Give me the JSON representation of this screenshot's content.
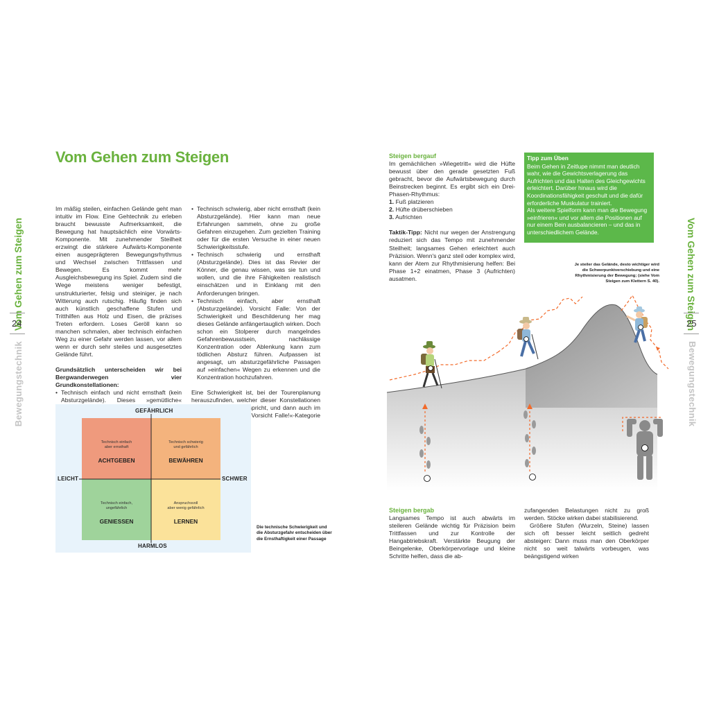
{
  "left_page": {
    "side_title": "Vom Gehen zum Steigen",
    "page_number": "24",
    "side_subtitle": "Bewegungstechnik",
    "title": "Vom Gehen zum Steigen",
    "col1_intro": "Im mäßig steilen, einfachen Gelände geht man intuitiv im Flow. Eine Gehtechnik zu erleben braucht bewusste Aufmerksamkeit, die Bewegung hat hauptsächlich eine Vorwärts-Komponente. Mit zunehmender Steilheit erzwingt die stärkere Aufwärts-Komponente einen ausgeprägteren Bewegungsrhythmus und Wechsel zwischen Trittfassen und Bewegen. Es kommt mehr Ausgleichsbewegung ins Spiel. Zudem sind die Wege meistens weniger befestigt, unstrukturierter, felsig und steiniger, je nach Witterung auch rutschig. Häufig finden sich auch künstlich geschaffene Stufen und Tritthilfen aus Holz und Eisen, die präzises Treten erfordern. Loses Geröll kann so manchen schmalen, aber technisch einfachen Weg zu einer Gefahr werden lassen, vor allem wenn er durch sehr steiles und ausgesetztes Gelände führt.",
    "col1_lead": "Grundsätzlich unterscheiden wir bei Bergwanderwegen vier Grundkonstellationen:",
    "col1_bullet": "Technisch einfach und nicht ernsthaft (kein Absturzgelände). Dieses »gemütliche« Wandergelände eignet sich gut für die ersten Touren oder wenn man einfach nur genießen will.",
    "col2_bullets": [
      "Technisch schwierig, aber nicht ernsthaft (kein Absturzgelände). Hier kann man neue Erfahrungen sammeln, ohne zu große Gefahren einzugehen. Zum gezielten Training oder für die ersten Versuche in einer neuen Schwierigkeitsstufe.",
      "Technisch schwierig und ernsthaft (Absturzgelände). Dies ist das Revier der Könner, die genau wissen, was sie tun und wollen, und die ihre Fähigkeiten realistisch einschätzen und in Einklang mit den Anforderungen bringen.",
      "Technisch einfach, aber ernsthaft (Absturzgelände). Vorsicht Falle: Von der Schwierigkeit und Beschilderung her mag dieses Gelände anfängertauglich wirken. Doch schon ein Stolperer durch mangelndes Gefahrenbewusstsein, nachlässige Konzentration oder Ablenkung kann zum tödlichen Absturz führen. Aufpassen ist angesagt, um absturzgefährliche Passagen auf »einfachen« Wegen zu erkennen und die Konzentration hochzufahren."
    ],
    "col2_closing": "Eine Schwierigkeit ist, bei der Tourenplanung herauszufinden, welcher dieser Konstellationen die avisierte Tour entspricht, und dann auch im Gelände Stellen der »Vorsicht Falle!«-Kategorie zu erkennen.",
    "matrix": {
      "top": "GEFÄHRLICH",
      "bottom": "HARMLOS",
      "left": "LEICHT",
      "right": "SCHWER",
      "cells": [
        {
          "small1": "Technisch einfach",
          "small2": "aber ernsthaft",
          "label": "ACHTGEBEN",
          "color": "#ef9a7d"
        },
        {
          "small1": "Technisch schwierig",
          "small2": "und gefährlich",
          "label": "BEWÄHREN",
          "color": "#f4b37d"
        },
        {
          "small1": "Technisch einfach,",
          "small2": "ungefährlich",
          "label": "GENIESSEN",
          "color": "#9fd39b"
        },
        {
          "small1": "Anspruchsvoll",
          "small2": "aber wenig gefährlich",
          "label": "LERNEN",
          "color": "#fbe29a"
        }
      ],
      "caption": "Die technische Schwierigkeit und die Absturzgefahr entscheiden über die Ernsthaftigkeit einer Passage"
    }
  },
  "right_page": {
    "side_title": "Vom Gehen zum Steigen",
    "page_number": "25",
    "side_subtitle": "Bewegungstechnik",
    "uphill_heading": "Steigen bergauf",
    "uphill_text": "Im gemächlichen »Wiegetritt« wird die Hüfte bewusst über den gerade gesetzten Fuß gebracht, bevor die Aufwärtsbewegung durch Beinstrecken beginnt. Es ergibt sich ein Drei-Phasen-Rhythmus:",
    "phases": [
      {
        "num": "1.",
        "text": "Fuß platzieren"
      },
      {
        "num": "2.",
        "text": "Hüfte drüberschieben"
      },
      {
        "num": "3.",
        "text": "Aufrichten"
      }
    ],
    "tactic_label": "Taktik-Tipp:",
    "tactic_text": " Nicht nur wegen der Anstrengung reduziert sich das Tempo mit zunehmender Steilheit; langsames Gehen erleichtert auch Präzision. Wenn's ganz steil oder komplex wird, kann der Atem zur Rhythmisierung helfen: Bei Phase 1+2 einatmen, Phase 3 (Aufrichten) ausatmen.",
    "tip": {
      "title": "Tipp zum Üben",
      "text1": "Beim Gehen in Zeitlupe nimmt man deutlich wahr, wie die Gewichtsverlagerung das Aufrichten und das Halten des Gleichgewichts erleichtert. Darüber hinaus wird die Koordinationsfähigkeit geschult und die dafür erforderliche Muskulatur trainiert.",
      "text2": "Als weitere Spielform kann man die Bewegung »einfrieren« und vor allem die Positionen auf nur einem Bein ausbalancieren – und das in unterschiedlichem Gelände."
    },
    "illustration_caption": "Je steiler das Gelände, desto wichtiger wird die Schwerpunktverschiebung und eine Rhythmisierung der Bewegung; (siehe Vom Steigen zum Klettern S. 40).",
    "downhill_heading": "Steigen bergab",
    "downhill_text": "Langsames Tempo ist auch abwärts im steileren Gelände wichtig für Präzision beim Trittfassen und zur Kontrolle der Hangabtriebskraft. Verstärkte Beugung der Beingelenke, Oberkörpervorlage und kleine Schritte helfen, dass die ab-",
    "downhill_text2a": "zufangenden Belastungen nicht zu groß werden. Stöcke wirken dabei stabilisierend.",
    "downhill_text2b": "Größere Stufen (Wurzeln, Steine) lassen sich oft besser leicht seitlich gedreht absteigen: Dann muss man den Oberkörper nicht so weit talwärts vorbeugen, was beängstigend wirken"
  }
}
